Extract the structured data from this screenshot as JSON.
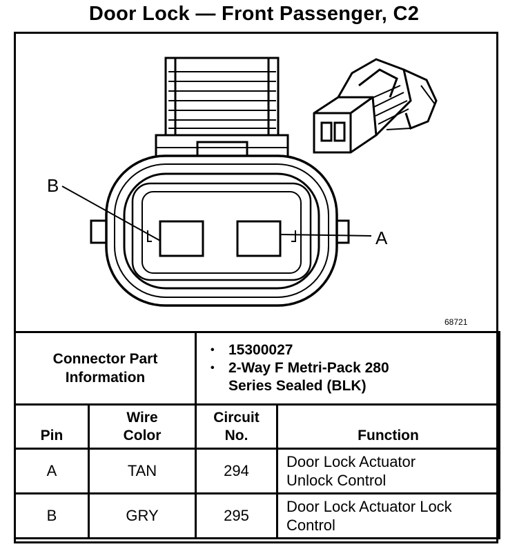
{
  "title": "Door Lock — Front Passenger, C2",
  "diagram": {
    "label_b": "B",
    "label_a": "A",
    "figure_number": "68721"
  },
  "part_info": {
    "label": "Connector Part Information",
    "items": [
      "15300027",
      "2-Way F Metri-Pack 280 Series Sealed (BLK)"
    ]
  },
  "table": {
    "headers": {
      "pin": "Pin",
      "wire_color": "Wire Color",
      "circuit_no": "Circuit No.",
      "function": "Function"
    },
    "rows": [
      {
        "pin": "A",
        "wire_color": "TAN",
        "circuit": "294",
        "function": "Door Lock Actuator Unlock Control"
      },
      {
        "pin": "B",
        "wire_color": "GRY",
        "circuit": "295",
        "function": "Door Lock Actuator Lock Control"
      }
    ]
  }
}
